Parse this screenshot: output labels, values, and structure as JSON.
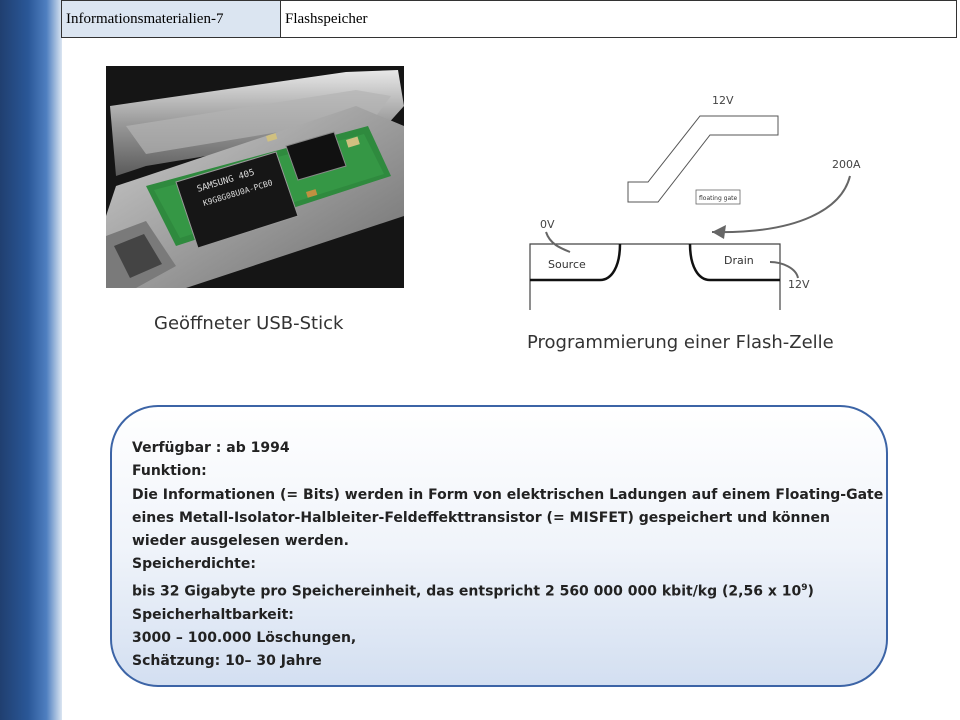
{
  "header": {
    "left": "Informationsmaterialien-7",
    "right": "Flashspeicher"
  },
  "photo": {
    "caption": "Geöffneter USB-Stick",
    "chip_label_1": "SAMSUNG 405",
    "chip_label_2": "K9G8G08U0A-PCB0"
  },
  "diagram": {
    "caption": "Programmierung einer Flash-Zelle",
    "gate_voltage": "12V",
    "current": "200A",
    "floating_gate_label": "floating gate",
    "source_voltage": "0V",
    "source_label": "Source",
    "drain_label": "Drain",
    "drain_voltage": "12V"
  },
  "info": {
    "line1": "Verfügbar :  ab 1994",
    "line2": "Funktion:",
    "line3": "Die Informationen (= Bits) werden in Form von elektrischen Ladungen auf einem Floating-Gate",
    "line4": "eines Metall-Isolator-Halbleiter-Feldeffekttransistor (= MISFET) gespeichert und können",
    "line5": "wieder ausgelesen werden.",
    "line6": "Speicherdichte:",
    "line7_main": "bis 32 Gigabyte pro Speichereinheit, das entspricht 2 560 000 000 kbit/kg (2,56 x 10",
    "line7_exp": "9",
    "line7_end": ")",
    "line8": "Speicherhaltbarkeit:",
    "line9": "3000 – 100.000 Löschungen,",
    "line10": "Schätzung: 10– 30 Jahre"
  }
}
